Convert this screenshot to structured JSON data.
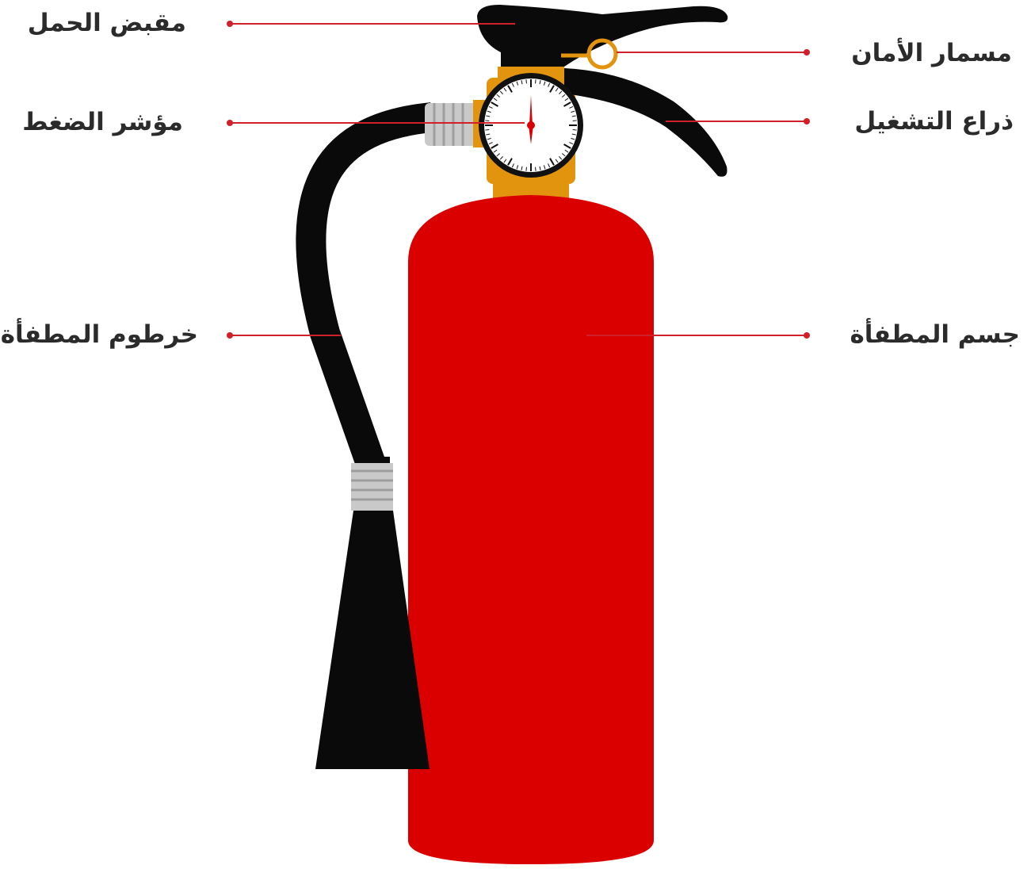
{
  "labels": {
    "carry_handle": "مقبض الحمل",
    "safety_pin": "مسمار الأمان",
    "pressure_gauge": "مؤشر الضغط",
    "operating_lever": "ذراع التشغيل",
    "hose": "خرطوم المطفأة",
    "body": "جسم المطفأة"
  },
  "colors": {
    "cylinder": "#db0000",
    "valve": "#e2940f",
    "black_parts": "#0a0a0a",
    "hose_coupling": "#c9c9c9",
    "leader_line": "#d0202a",
    "text": "#2b2b2b"
  }
}
